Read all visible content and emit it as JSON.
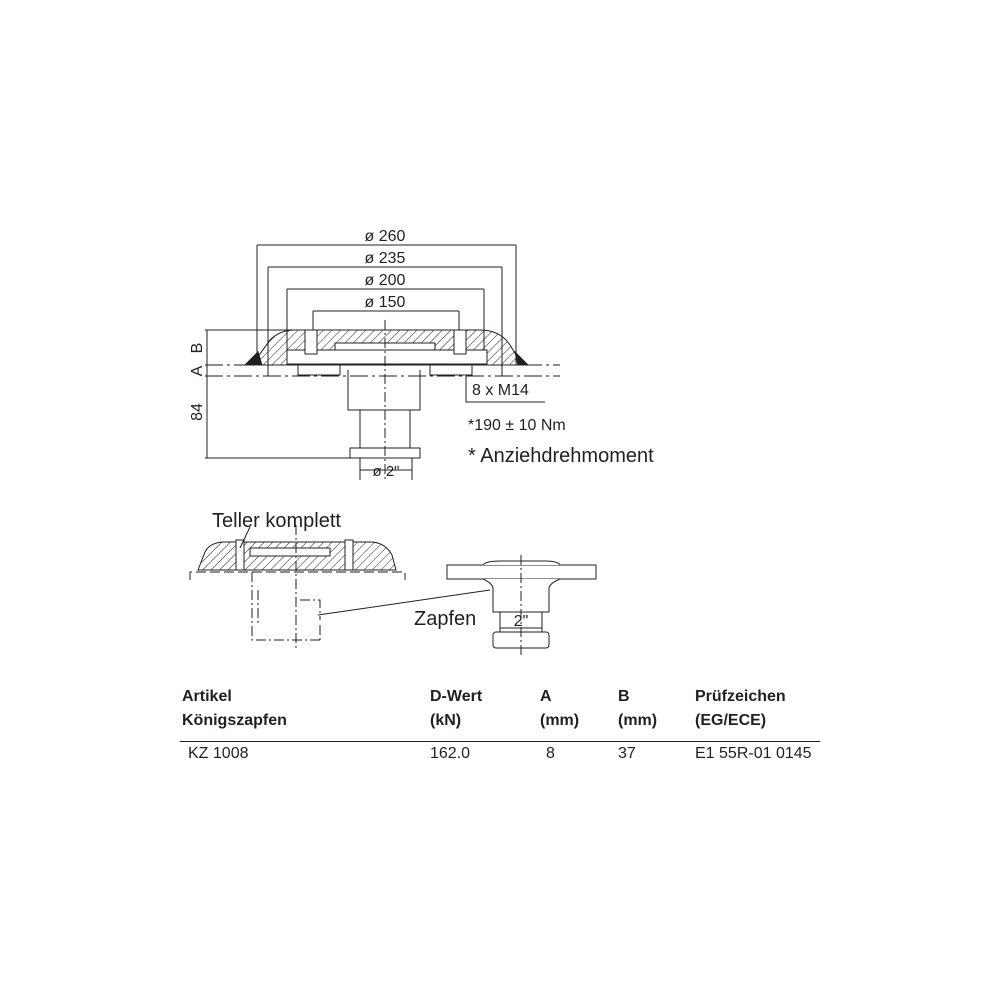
{
  "drawing_main": {
    "dims": [
      "ø 260",
      "ø 235",
      "ø 200",
      "ø 150"
    ],
    "label_b": "B",
    "label_a": "A",
    "label_84": "84",
    "label_shank": "ø 2\"",
    "bolts": "8 x M14",
    "torque": "*190 ± 10 Nm",
    "torque_note": "* Anziehdrehmoment"
  },
  "drawing_parts": {
    "teller_label": "Teller komplett",
    "zapfen_label": "Zapfen",
    "zapfen_dim": "2\""
  },
  "table": {
    "headers": [
      {
        "line1": "Artikel",
        "line2": "Königszapfen"
      },
      {
        "line1": "D-Wert",
        "line2": "(kN)"
      },
      {
        "line1": "A",
        "line2": "(mm)"
      },
      {
        "line1": "B",
        "line2": "(mm)"
      },
      {
        "line1": "Prüfzeichen",
        "line2": "(EG/ECE)"
      }
    ],
    "rows": [
      [
        "KZ 1008",
        "162.0",
        "8",
        "37",
        "E1 55R-01 0145"
      ]
    ]
  }
}
